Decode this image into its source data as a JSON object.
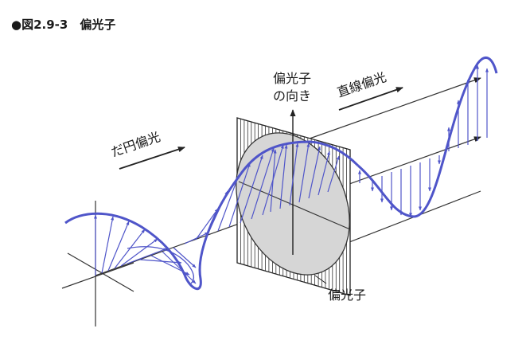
{
  "figure": {
    "title": "●図2.9-3　偏光子"
  },
  "labels": {
    "polarizer_direction_line1": "偏光子",
    "polarizer_direction_line2": "の向き",
    "linear_polarization": "直線偏光",
    "elliptical_polarization": "だ円偏光",
    "polarizer": "偏光子"
  },
  "colors": {
    "wave": "#4f55c9",
    "outline": "#222222",
    "ellipse_fill": "#d6d6d6",
    "background": "#ffffff"
  }
}
